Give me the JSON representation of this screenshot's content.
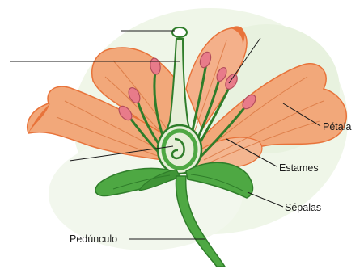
{
  "labels": {
    "petala": "Pétala",
    "estames": "Estames",
    "sepalas": "Sépalas",
    "pedunculo": "Pedúnculo"
  },
  "colors": {
    "petal": "#f2a87a",
    "petal_vein": "#d9753f",
    "petal_edge": "#e8733a",
    "green_leaf": "#4ea843",
    "green_dark": "#2f7d2a",
    "stamen_head": "#e87b8a",
    "pistil": "#e6efd8",
    "background_wash": "#dfeed2"
  }
}
